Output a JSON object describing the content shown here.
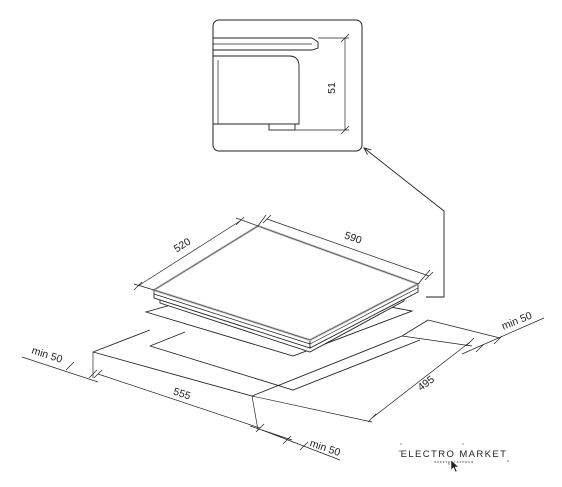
{
  "dimensions": {
    "height": "51",
    "width": "590",
    "depth": "520",
    "cutout_depth": "495",
    "cutout_width": "555",
    "clearance_left": "min 50",
    "clearance_right": "min 50",
    "clearance_front": "min 50"
  },
  "logo": {
    "name": "ELECTRO MARKET",
    "tagline": "электротехника"
  },
  "colors": {
    "line": "#222222",
    "glass_edge": "#b8b8b8",
    "background": "#ffffff"
  }
}
